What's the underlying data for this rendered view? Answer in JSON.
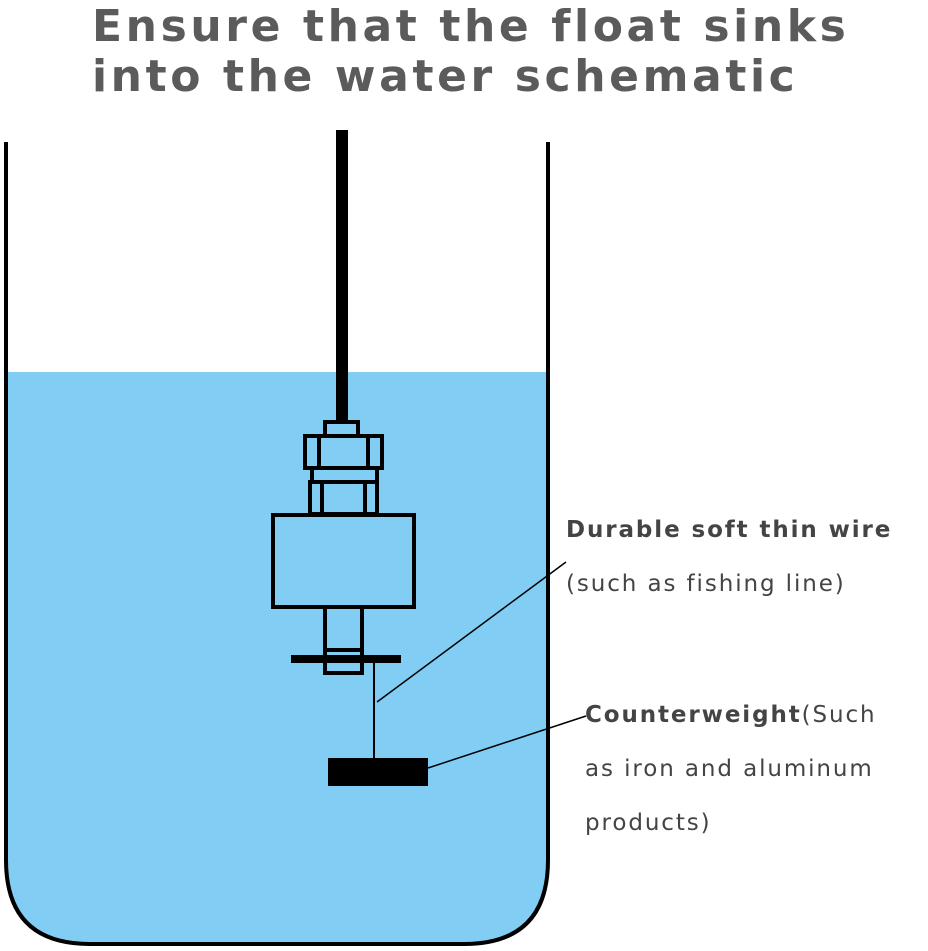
{
  "title": {
    "line1": "Ensure that the float sinks",
    "line2": "into the water schematic"
  },
  "labels": {
    "wire": {
      "line1": "Durable soft thin wire",
      "line2": "(such as fishing line)"
    },
    "counterweight": {
      "bold": "Counterweight",
      "rest": "(Such",
      "line2": "as iron and aluminum",
      "line3": "products)"
    }
  },
  "colors": {
    "water": "#82cdf4",
    "outline": "#000000",
    "text": "#444444",
    "title": "#5b5b5b"
  }
}
